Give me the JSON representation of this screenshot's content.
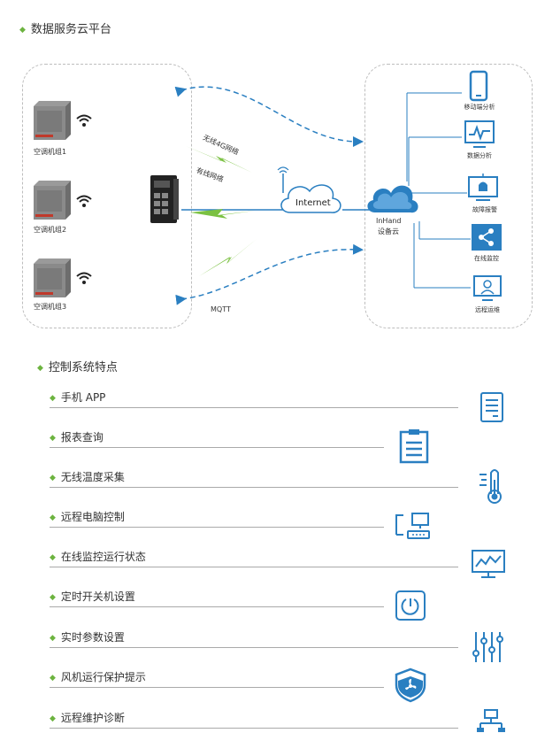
{
  "section1": {
    "title": "数据服务云平台"
  },
  "diagram": {
    "units": [
      {
        "label": "空调机组1"
      },
      {
        "label": "空调机组2"
      },
      {
        "label": "空调机组3"
      }
    ],
    "wireless_label": "无线4G网络",
    "wired_label": "有线网络",
    "internet_label": "Internet",
    "mqtt_label": "MQTT",
    "cloud_label_1": "InHand",
    "cloud_label_2": "设备云",
    "services": [
      {
        "label": "移动端分析",
        "icon": "mobile-phone-icon"
      },
      {
        "label": "数据分析",
        "icon": "chart-monitor-icon"
      },
      {
        "label": "故障报警",
        "icon": "alarm-monitor-icon"
      },
      {
        "label": "在线监控",
        "icon": "share-icon"
      },
      {
        "label": "远程运维",
        "icon": "remote-maintenance-icon"
      }
    ],
    "colors": {
      "line": "#2a7fc1",
      "bolt": "#7bc142",
      "accent": "#6cb33f"
    }
  },
  "section2": {
    "title": "控制系统特点"
  },
  "features": [
    {
      "label": "手机 APP",
      "icon": "document-icon"
    },
    {
      "label": "报表查询",
      "icon": "report-list-icon"
    },
    {
      "label": "无线温度采集",
      "icon": "thermometer-icon"
    },
    {
      "label": "远程电脑控制",
      "icon": "remote-computer-icon"
    },
    {
      "label": "在线监控运行状态",
      "icon": "monitor-wave-icon"
    },
    {
      "label": "定时开关机设置",
      "icon": "timer-icon"
    },
    {
      "label": "实时参数设置",
      "icon": "sliders-icon"
    },
    {
      "label": "风机运行保护提示",
      "icon": "fan-shield-icon"
    },
    {
      "label": "远程维护诊断",
      "icon": "network-icon"
    }
  ]
}
